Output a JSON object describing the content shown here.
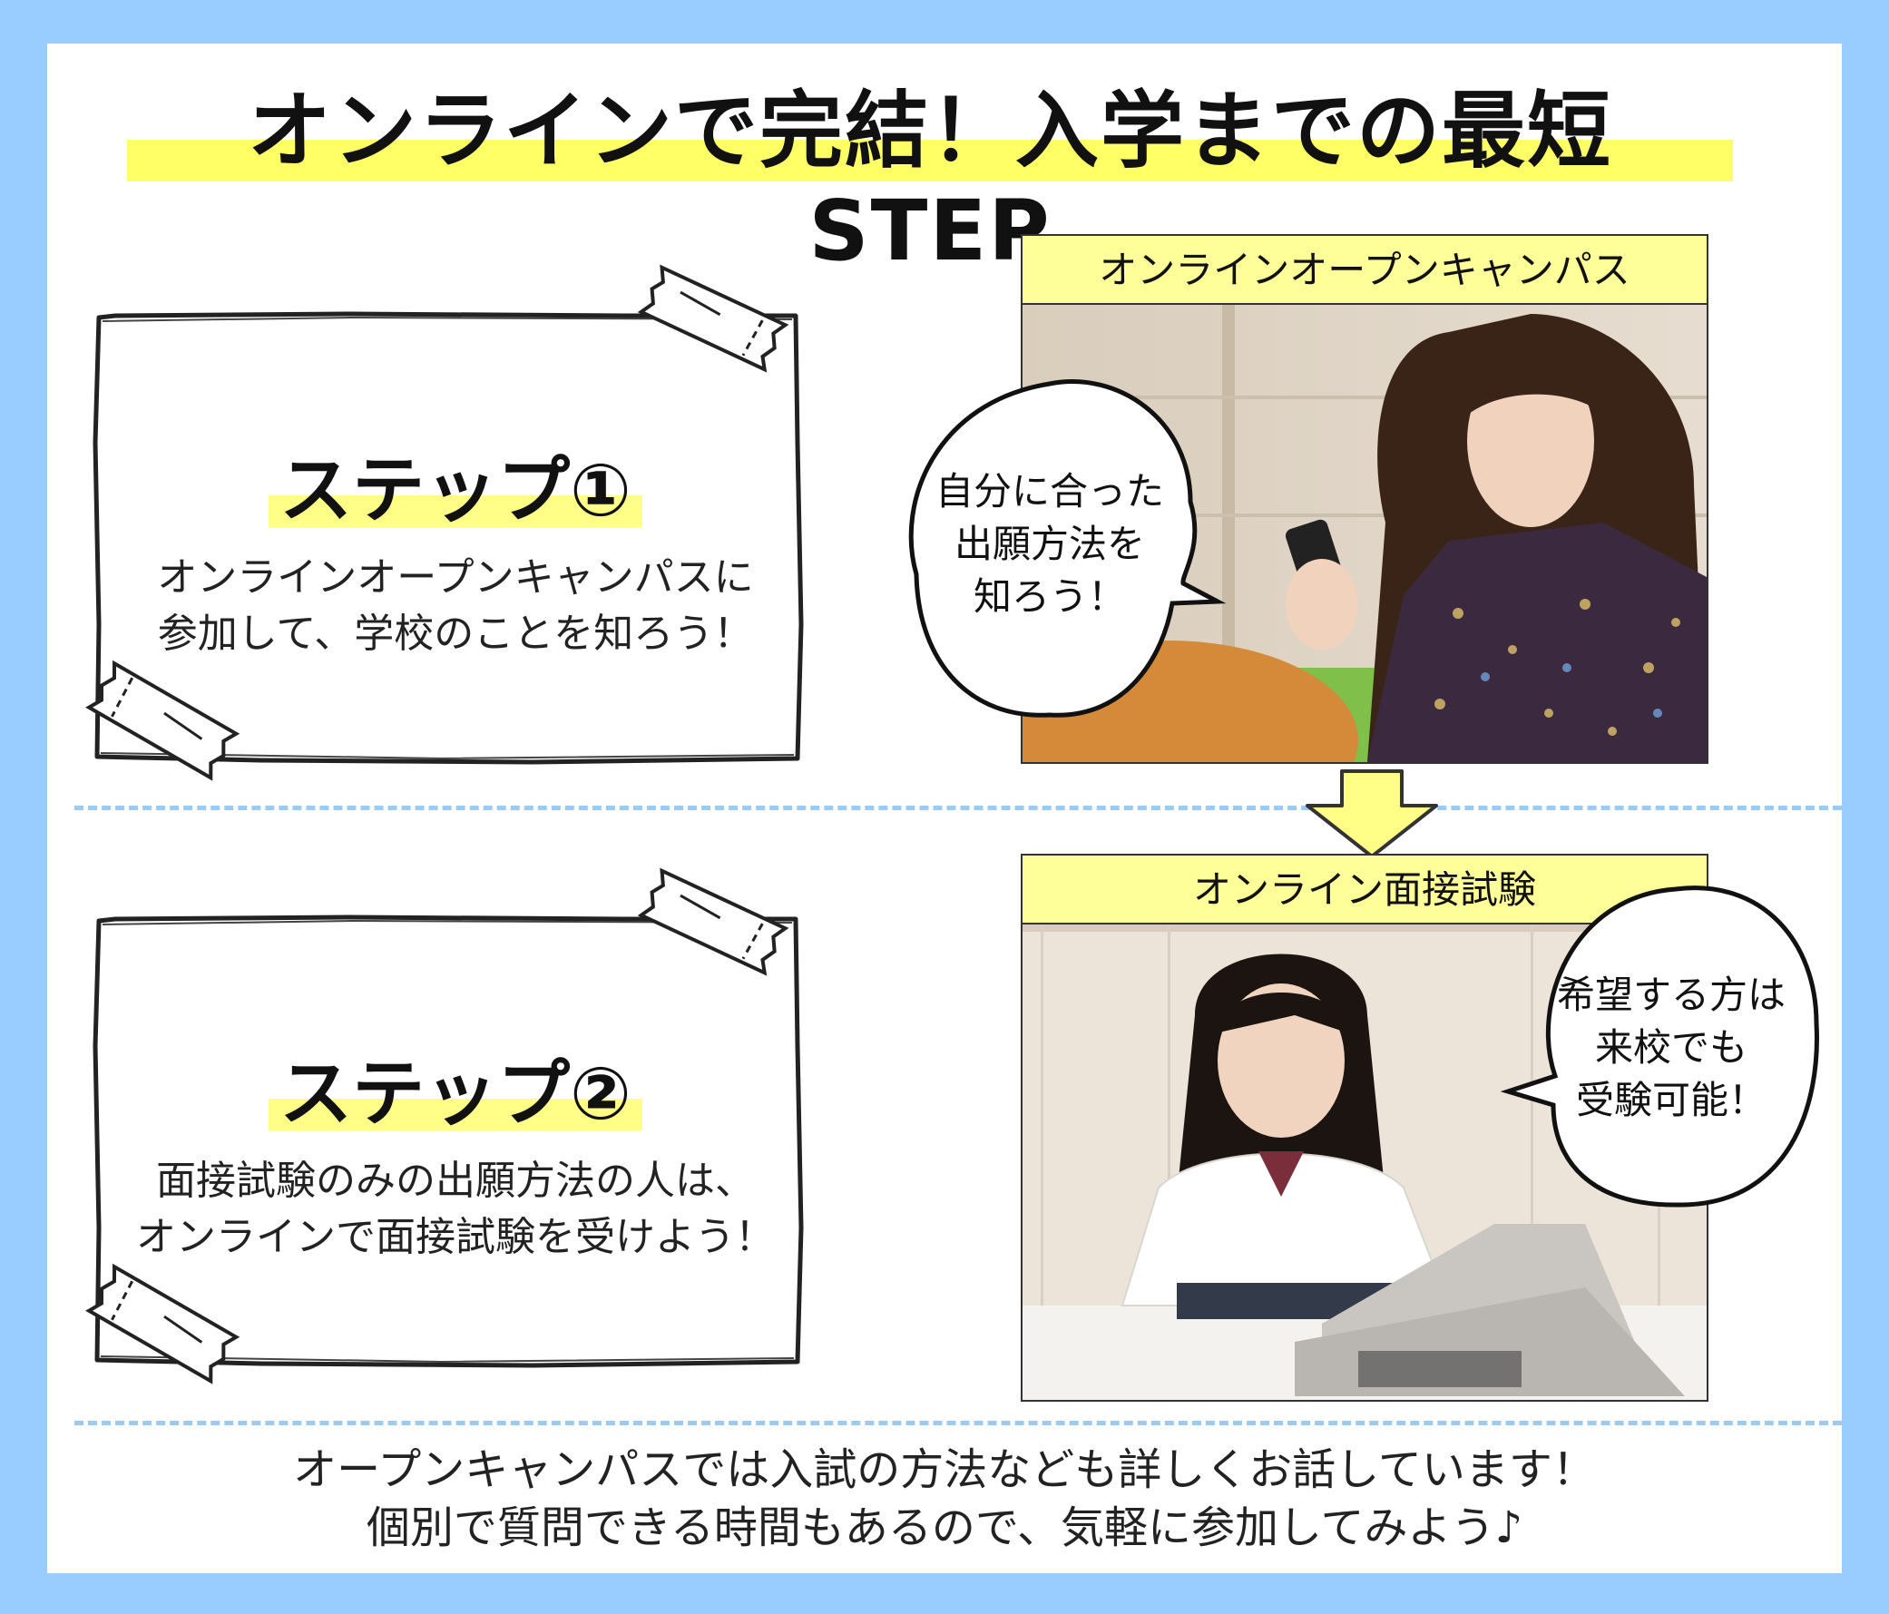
{
  "header": {
    "title": "オンラインで完結！入学までの最短STEP"
  },
  "steps": [
    {
      "title": "ステップ①",
      "text_line1": "オンラインオープンキャンパスに",
      "text_line2": "参加して、学校のことを知ろう！"
    },
    {
      "title": "ステップ②",
      "text_line1": "面接試験のみの出願方法の人は、",
      "text_line2": "オンラインで面接試験を受けよう！"
    }
  ],
  "photos": [
    {
      "label": "オンラインオープンキャンパス",
      "bubble_line1": "自分に合った",
      "bubble_line2": "出願方法を",
      "bubble_line3": "知ろう！"
    },
    {
      "label": "オンライン面接試験",
      "bubble_line1": "希望する方は",
      "bubble_line2": "来校でも",
      "bubble_line3": "受験可能！"
    }
  ],
  "footer": {
    "line1": "オープンキャンパスでは入試の方法なども詳しくお話しています！",
    "line2": "個別で質問できる時間もあるので、気軽に参加してみよう♪"
  },
  "colors": {
    "background": "#99ccff",
    "highlight": "#ffff66",
    "label_bg": "#ffff99",
    "dash": "#9ccbf2"
  }
}
